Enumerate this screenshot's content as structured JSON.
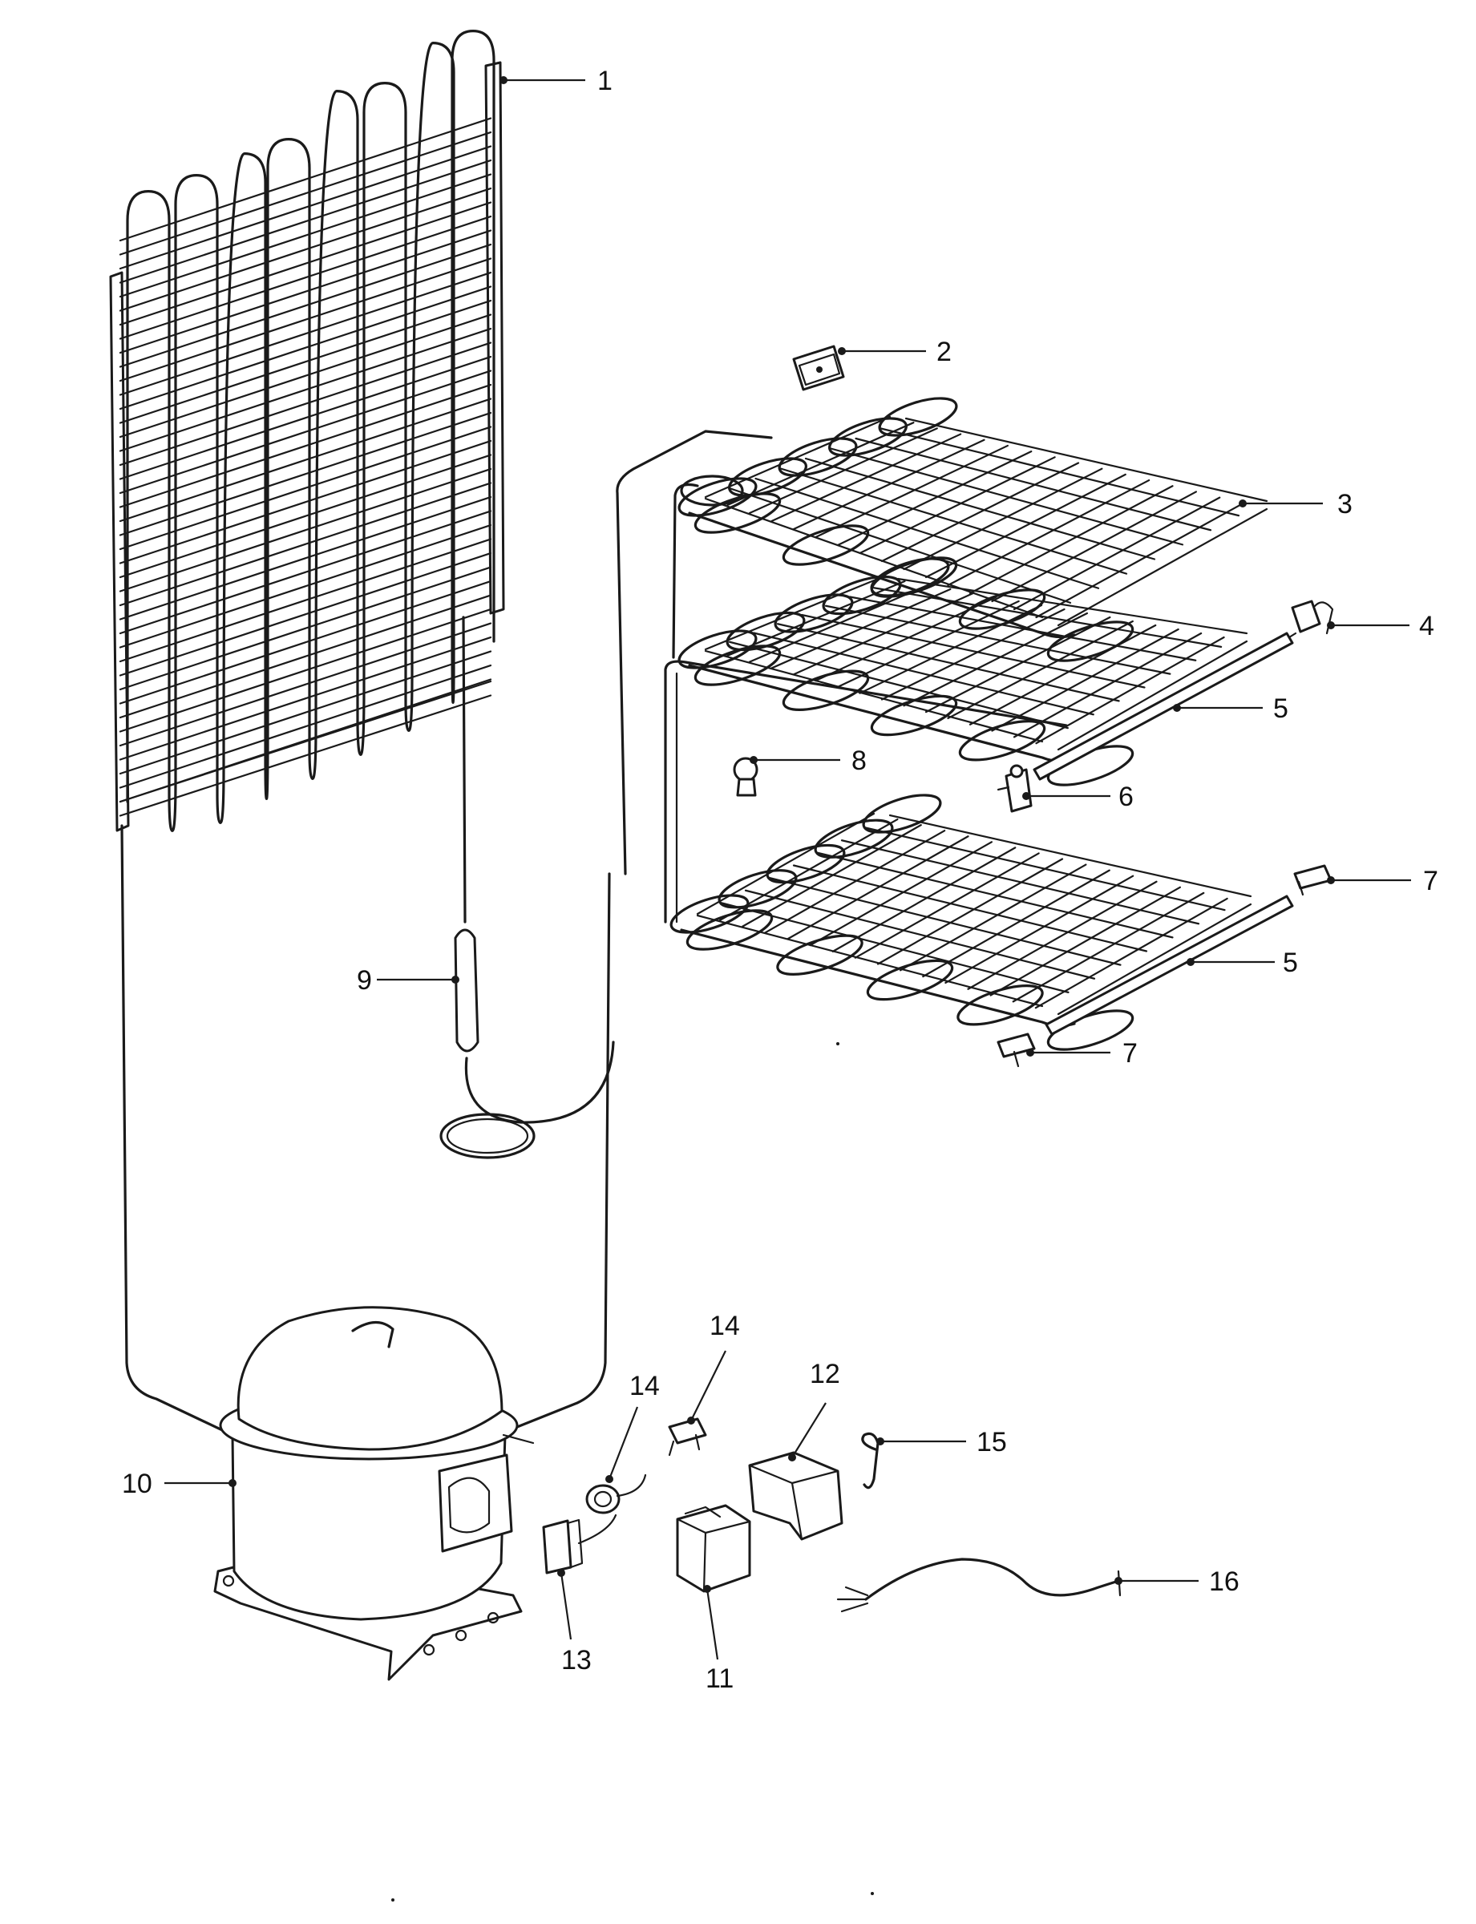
{
  "callouts": [
    {
      "id": "1",
      "text": "1"
    },
    {
      "id": "2",
      "text": "2"
    },
    {
      "id": "3",
      "text": "3"
    },
    {
      "id": "4",
      "text": "4"
    },
    {
      "id": "5a",
      "text": "5"
    },
    {
      "id": "5b",
      "text": "5"
    },
    {
      "id": "6",
      "text": "6"
    },
    {
      "id": "7a",
      "text": "7"
    },
    {
      "id": "7b",
      "text": "7"
    },
    {
      "id": "8",
      "text": "8"
    },
    {
      "id": "9",
      "text": "9"
    },
    {
      "id": "10",
      "text": "10"
    },
    {
      "id": "11",
      "text": "11"
    },
    {
      "id": "12",
      "text": "12"
    },
    {
      "id": "13",
      "text": "13"
    },
    {
      "id": "14a",
      "text": "14"
    },
    {
      "id": "14b",
      "text": "14"
    },
    {
      "id": "15",
      "text": "15"
    },
    {
      "id": "16",
      "text": "16"
    }
  ],
  "colors": {
    "line": "#1a1a1a",
    "background": "#ffffff"
  }
}
